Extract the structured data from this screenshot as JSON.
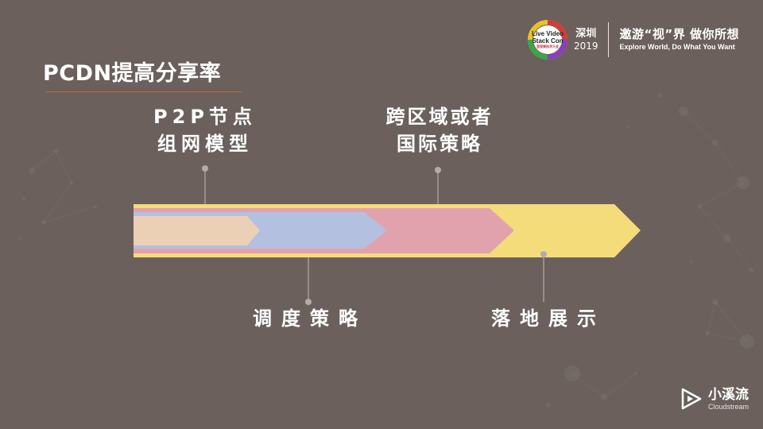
{
  "header": {
    "logo_line1": "Live Video",
    "logo_line2": "Stack Con",
    "logo_sub": "音视频技术大会",
    "city": "深圳",
    "year": "2019",
    "slogan_cn": "邀游“视”界  做你所想",
    "slogan_en": "Explore World, Do What You Want"
  },
  "slide": {
    "title": "PCDN提高分享率"
  },
  "diagram": {
    "stages": [
      {
        "order": 1,
        "label_line1": "P2P节点",
        "label_line2": "组网模型",
        "color": "#ecd0b6",
        "label_position": "top"
      },
      {
        "order": 2,
        "label_line1": "调度策略",
        "label_line2": "",
        "color": "#b3c0e0",
        "label_position": "bottom"
      },
      {
        "order": 3,
        "label_line1": "跨区域或者",
        "label_line2": "国际策略",
        "color": "#e2a2ad",
        "label_position": "top"
      },
      {
        "order": 4,
        "label_line1": "落地展示",
        "label_line2": "",
        "color": "#f5dc7a",
        "label_position": "bottom"
      }
    ]
  },
  "brand": {
    "name_cn": "小溪流",
    "name_en": "Cloudstream"
  },
  "colors": {
    "background": "#6b605b",
    "title_underline": "#c0663f",
    "connector": "#b5aca7"
  }
}
